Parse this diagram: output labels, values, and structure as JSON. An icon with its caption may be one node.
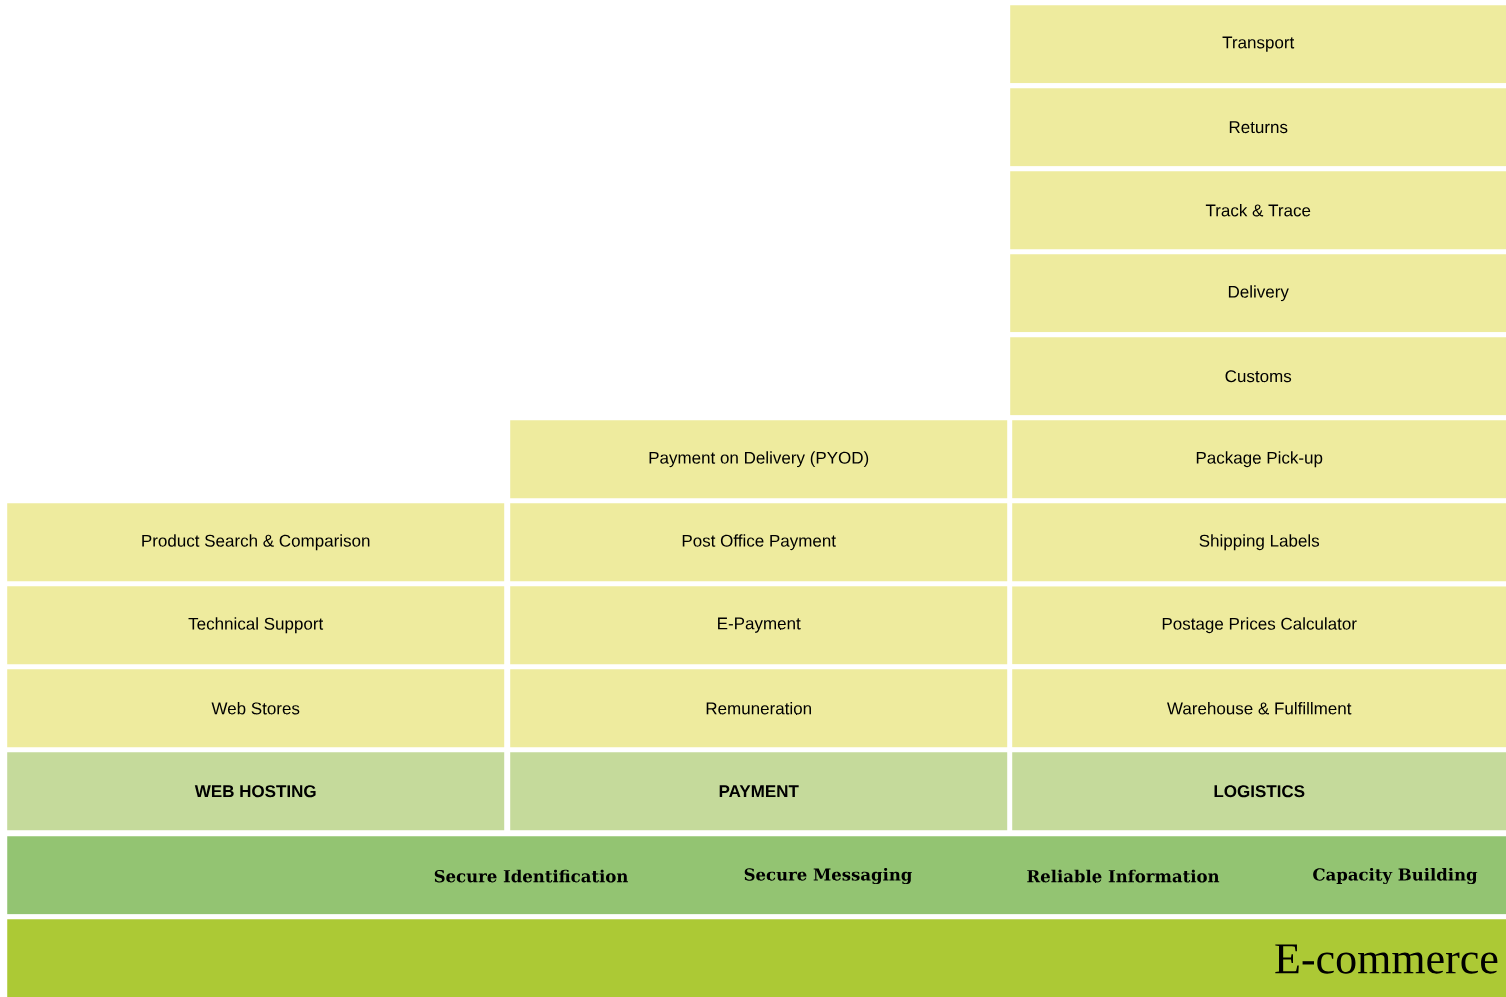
{
  "diagram": {
    "nodes": [
      {
        "text": [
          "Transport"
        ]
      },
      {
        "text": [
          "Returns"
        ]
      },
      {
        "text": [
          "Track & Trace"
        ]
      },
      {
        "text": [
          "Delivery"
        ]
      },
      {
        "text": [
          "Customs"
        ]
      },
      {
        "text": [
          "Payment on Delivery (PYOD)"
        ]
      },
      {
        "text": [
          "Package Pick-up"
        ]
      },
      {
        "text": [
          "Product Search & Comparison"
        ]
      },
      {
        "text": [
          "Post Office Payment"
        ]
      },
      {
        "text": [
          "Shipping Labels"
        ]
      },
      {
        "text": [
          "Technical Support"
        ]
      },
      {
        "text": [
          "E-Payment"
        ]
      },
      {
        "text": [
          "Postage Prices Calculator"
        ]
      },
      {
        "text": [
          "Web Stores"
        ]
      },
      {
        "text": [
          "Remuneration"
        ]
      },
      {
        "text": [
          "Warehouse & Fulfillment"
        ]
      },
      {
        "text": [
          "WEB HOSTING"
        ]
      },
      {
        "text": [
          "PAYMENT"
        ]
      },
      {
        "text": [
          "LOGISTICS"
        ]
      },
      {
        "text": [
          "Secure Identification",
          "Secure Messaging",
          "Reliable Information",
          "Capacity Building"
        ]
      },
      {
        "text": [
          "E-commerce"
        ]
      }
    ]
  }
}
